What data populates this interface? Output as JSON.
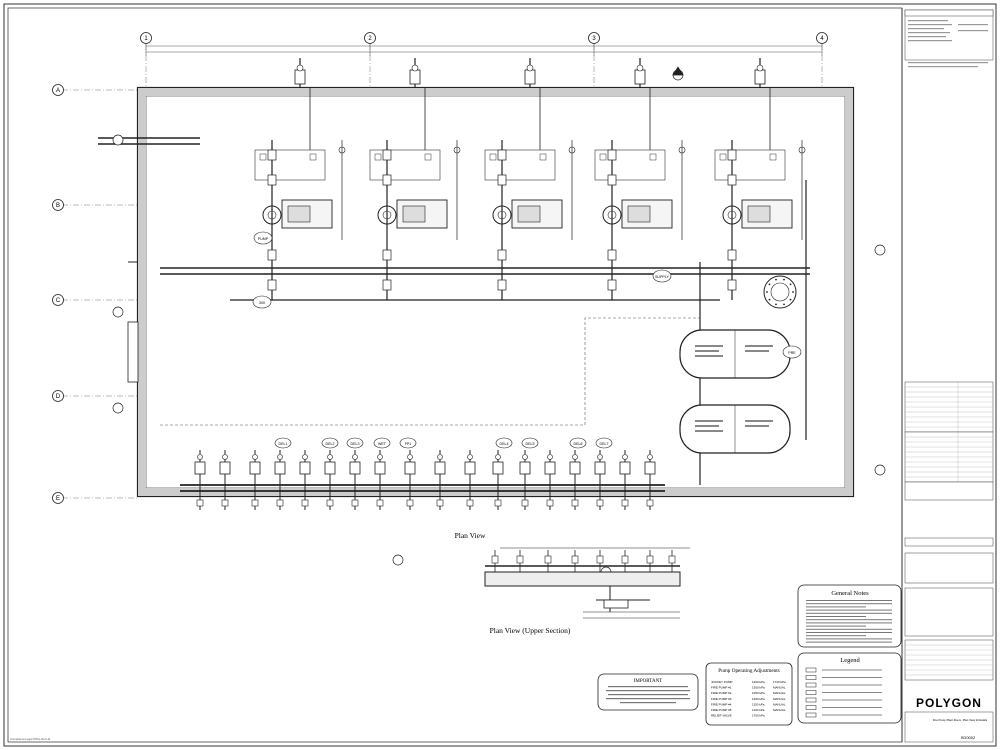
{
  "sheet": {
    "grid_columns": [
      "1",
      "2",
      "3",
      "4"
    ],
    "grid_rows": [
      "A",
      "B",
      "C",
      "D",
      "E"
    ],
    "corner_note": "Compliance Legal Office Ref Ltd"
  },
  "plan": {
    "title": "Plan View",
    "upper_title": "Plan View (Upper Section)",
    "zone_tags": [
      "DEL1",
      "DEL2",
      "DEL3",
      "WET",
      "FP1",
      "DEL4",
      "DEL5",
      "DEL6",
      "DEL7"
    ],
    "device_tags": [
      "PUMP",
      "SUPPLY",
      "PRE",
      "300"
    ]
  },
  "general_notes": {
    "title": "General Notes"
  },
  "legend": {
    "title": "Legend"
  },
  "pump_table": {
    "title": "Pump Operating Adjustments",
    "rows": [
      {
        "pump": "JOCKEY PUMP",
        "start": "1400 kPa",
        "stop": "1720 kPa"
      },
      {
        "pump": "FIRE PUMP #1",
        "start": "1300 kPa",
        "stop": "MANUAL"
      },
      {
        "pump": "FIRE PUMP #2",
        "start": "1250 kPa",
        "stop": "MANUAL"
      },
      {
        "pump": "FIRE PUMP #3",
        "start": "1200 kPa",
        "stop": "MANUAL"
      },
      {
        "pump": "FIRE PUMP #4",
        "start": "1150 kPa",
        "stop": "MANUAL"
      },
      {
        "pump": "FIRE PUMP #5",
        "start": "1100 kPa",
        "stop": "MANUAL"
      },
      {
        "pump": "RELIEF VALVE",
        "start": "1760 kPa",
        "stop": ""
      }
    ]
  },
  "important": {
    "title": "IMPORTANT"
  },
  "title_block": {
    "company": "POLYGON",
    "drawing_title": "Fire Pump Plant Room, Plan View & Details",
    "drawing_number": "SD0002"
  }
}
